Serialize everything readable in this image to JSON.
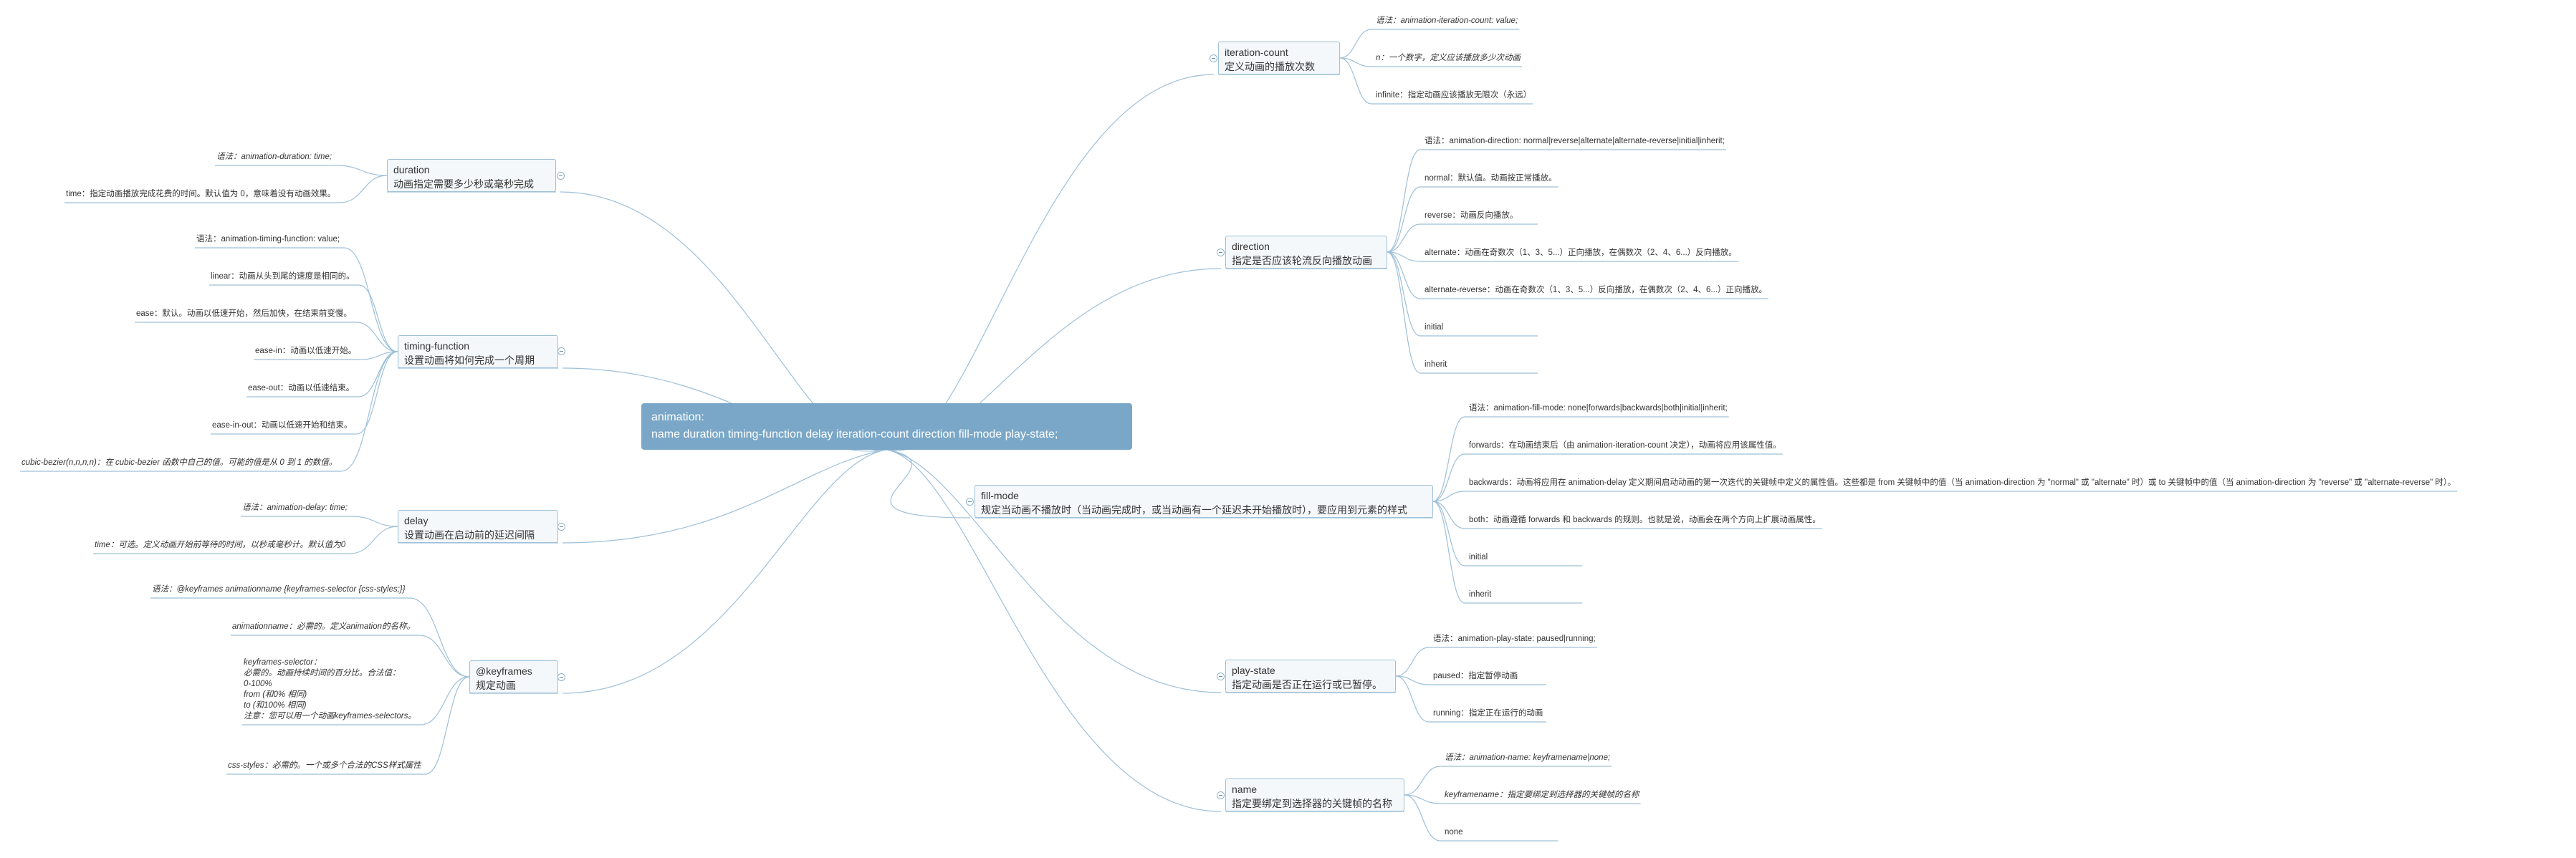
{
  "root": {
    "line1": "animation:",
    "line2": "name duration timing-function delay iteration-count direction fill-mode play-state;"
  },
  "branches": {
    "duration": {
      "title": "duration",
      "desc": "动画指定需要多少秒或毫秒完成",
      "leaves": [
        "语法：animation-duration: time;",
        "time：指定动画播放完成花费的时间。默认值为 0，意味着没有动画效果。"
      ]
    },
    "timing": {
      "title": "timing-function",
      "desc": "设置动画将如何完成一个周期",
      "leaves": [
        "语法：animation-timing-function: value;",
        "linear：动画从头到尾的速度是相同的。",
        "ease：默认。动画以低速开始，然后加快，在结束前变慢。",
        "ease-in：动画以低速开始。",
        "ease-out：动画以低速结束。",
        "ease-in-out：动画以低速开始和结束。",
        "cubic-bezier(n,n,n,n)：在 cubic-bezier 函数中自己的值。可能的值是从 0 到 1 的数值。"
      ]
    },
    "delay": {
      "title": "delay",
      "desc": "设置动画在启动前的延迟间隔",
      "leaves": [
        "语法：animation-delay: time;",
        "time：可选。定义动画开始前等待的时间，以秒或毫秒计。默认值为0"
      ]
    },
    "keyframes": {
      "title": "@keyframes",
      "desc": "规定动画",
      "leaves": [
        "语法：@keyframes animationname {keyframes-selector {css-styles;}}",
        "animationname：必需的。定义animation的名称。",
        "keyframes-selector：\n必需的。动画持续时间的百分比。合法值：\n0-100%\nfrom (和0% 相同)\nto (和100% 相同)\n注意：您可以用一个动画keyframes-selectors。",
        "css-styles：必需的。一个或多个合法的CSS样式属性"
      ]
    },
    "iteration": {
      "title": "iteration-count",
      "desc": "定义动画的播放次数",
      "leaves": [
        "语法：animation-iteration-count: value;",
        "n：一个数字，定义应该播放多少次动画",
        "infinite：指定动画应该播放无限次（永远）"
      ]
    },
    "direction": {
      "title": "direction",
      "desc": "指定是否应该轮流反向播放动画",
      "leaves": [
        "语法：animation-direction: normal|reverse|alternate|alternate-reverse|initial|inherit;",
        "normal：默认值。动画按正常播放。",
        "reverse：动画反向播放。",
        "alternate：动画在奇数次（1、3、5...）正向播放，在偶数次（2、4、6...）反向播放。",
        "alternate-reverse：动画在奇数次（1、3、5...）反向播放，在偶数次（2、4、6...）正向播放。",
        "initial",
        "inherit"
      ]
    },
    "fillmode": {
      "title": "fill-mode",
      "desc": "规定当动画不播放时（当动画完成时，或当动画有一个延迟未开始播放时），要应用到元素的样式",
      "leaves": [
        "语法：animation-fill-mode: none|forwards|backwards|both|initial|inherit;",
        "forwards：在动画结束后（由 animation-iteration-count 决定），动画将应用该属性值。",
        "backwards：动画将应用在 animation-delay 定义期间启动动画的第一次迭代的关键帧中定义的属性值。这些都是 from 关键帧中的值（当 animation-direction 为 \"normal\" 或 \"alternate\" 时）或 to 关键帧中的值（当 animation-direction 为 \"reverse\" 或 \"alternate-reverse\" 时）。",
        "both：动画遵循 forwards 和 backwards 的规则。也就是说，动画会在两个方向上扩展动画属性。",
        "initial",
        "inherit"
      ]
    },
    "playstate": {
      "title": "play-state",
      "desc": "指定动画是否正在运行或已暂停。",
      "leaves": [
        "语法：animation-play-state: paused|running;",
        "paused：指定暂停动画",
        "running：指定正在运行的动画"
      ]
    },
    "name": {
      "title": "name",
      "desc": "指定要绑定到选择器的关键帧的名称",
      "leaves": [
        "语法：animation-name: keyframename|none;",
        "keyframename：指定要绑定到选择器的关键帧的名称",
        "none"
      ]
    }
  },
  "colors": {
    "root_fill": "#7aa7c7",
    "line": "#9ec0d8",
    "branch_fill": "#f4f8fb"
  }
}
